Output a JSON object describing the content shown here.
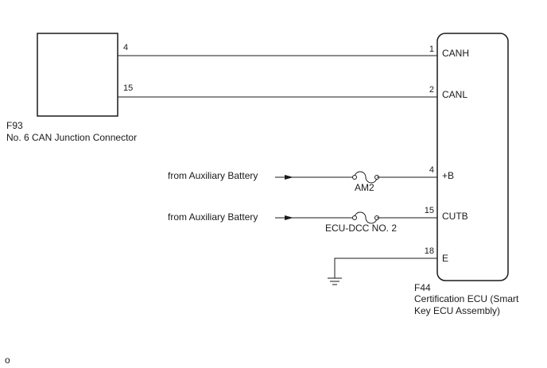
{
  "colors": {
    "line": "#1a1a1a",
    "background": "#ffffff"
  },
  "junction": {
    "code": "F93",
    "name": "No. 6 CAN Junction Connector",
    "pins": [
      "4",
      "15"
    ]
  },
  "ecu": {
    "code": "F44",
    "name_line1": "Certification ECU (Smart",
    "name_line2": "Key ECU Assembly)",
    "pins": [
      {
        "num": "1",
        "label": "CANH"
      },
      {
        "num": "2",
        "label": "CANL"
      },
      {
        "num": "4",
        "label": "+B"
      },
      {
        "num": "15",
        "label": "CUTB"
      },
      {
        "num": "18",
        "label": "E"
      }
    ]
  },
  "sources": [
    "from Auxiliary Battery",
    "from Auxiliary Battery"
  ],
  "fuses": [
    "AM2",
    "ECU-DCC NO. 2"
  ],
  "footer_mark": "o"
}
